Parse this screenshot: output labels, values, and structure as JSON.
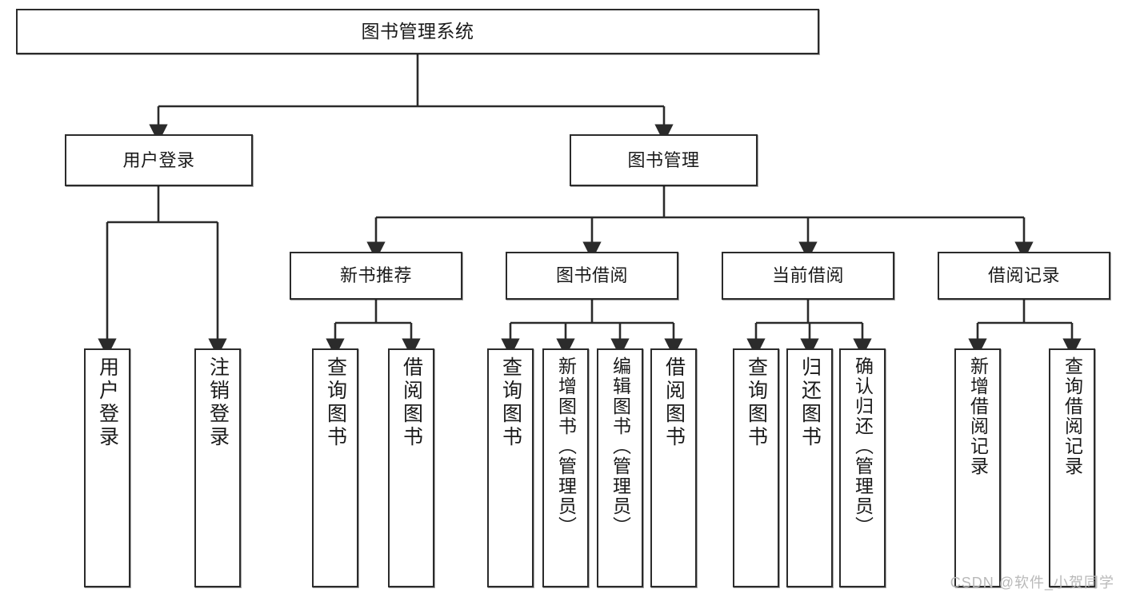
{
  "diagram": {
    "title": "图书管理系统",
    "type": "tree",
    "watermark": "CSDN @软件_小贺同学",
    "colors": {
      "box_border": "#2b2b2b",
      "box_fill": "#ffffff",
      "edge": "#2b2b2b",
      "text": "#1a1a1a",
      "watermark": "#b9b9b9"
    },
    "root": {
      "label": "图书管理系统"
    },
    "level2": [
      {
        "id": "user-login",
        "label": "用户登录"
      },
      {
        "id": "book-management",
        "label": "图书管理"
      }
    ],
    "level3": [
      {
        "id": "new-book-recommend",
        "label": "新书推荐"
      },
      {
        "id": "book-borrow",
        "label": "图书借阅"
      },
      {
        "id": "current-borrow",
        "label": "当前借阅"
      },
      {
        "id": "borrow-record",
        "label": "借阅记录"
      }
    ],
    "leaves": {
      "user_login": [
        {
          "id": "leaf-user-login",
          "label": "用户登录"
        },
        {
          "id": "leaf-logout-login",
          "label": "注销登录"
        }
      ],
      "new_book_recommend": [
        {
          "id": "leaf-query-book-1",
          "label": "查询图书"
        },
        {
          "id": "leaf-borrow-book-1",
          "label": "借阅图书"
        }
      ],
      "book_borrow": [
        {
          "id": "leaf-query-book-2",
          "label": "查询图书"
        },
        {
          "id": "leaf-add-book",
          "label": "新增图书（管理员）"
        },
        {
          "id": "leaf-edit-book",
          "label": "编辑图书（管理员）"
        },
        {
          "id": "leaf-borrow-book-2",
          "label": "借阅图书"
        }
      ],
      "current_borrow": [
        {
          "id": "leaf-query-book-3",
          "label": "查询图书"
        },
        {
          "id": "leaf-return-book",
          "label": "归还图书"
        },
        {
          "id": "leaf-confirm-return",
          "label": "确认归还（管理员）"
        }
      ],
      "borrow_record": [
        {
          "id": "leaf-add-record",
          "label": "新增借阅记录"
        },
        {
          "id": "leaf-query-record",
          "label": "查询借阅记录"
        }
      ]
    }
  }
}
